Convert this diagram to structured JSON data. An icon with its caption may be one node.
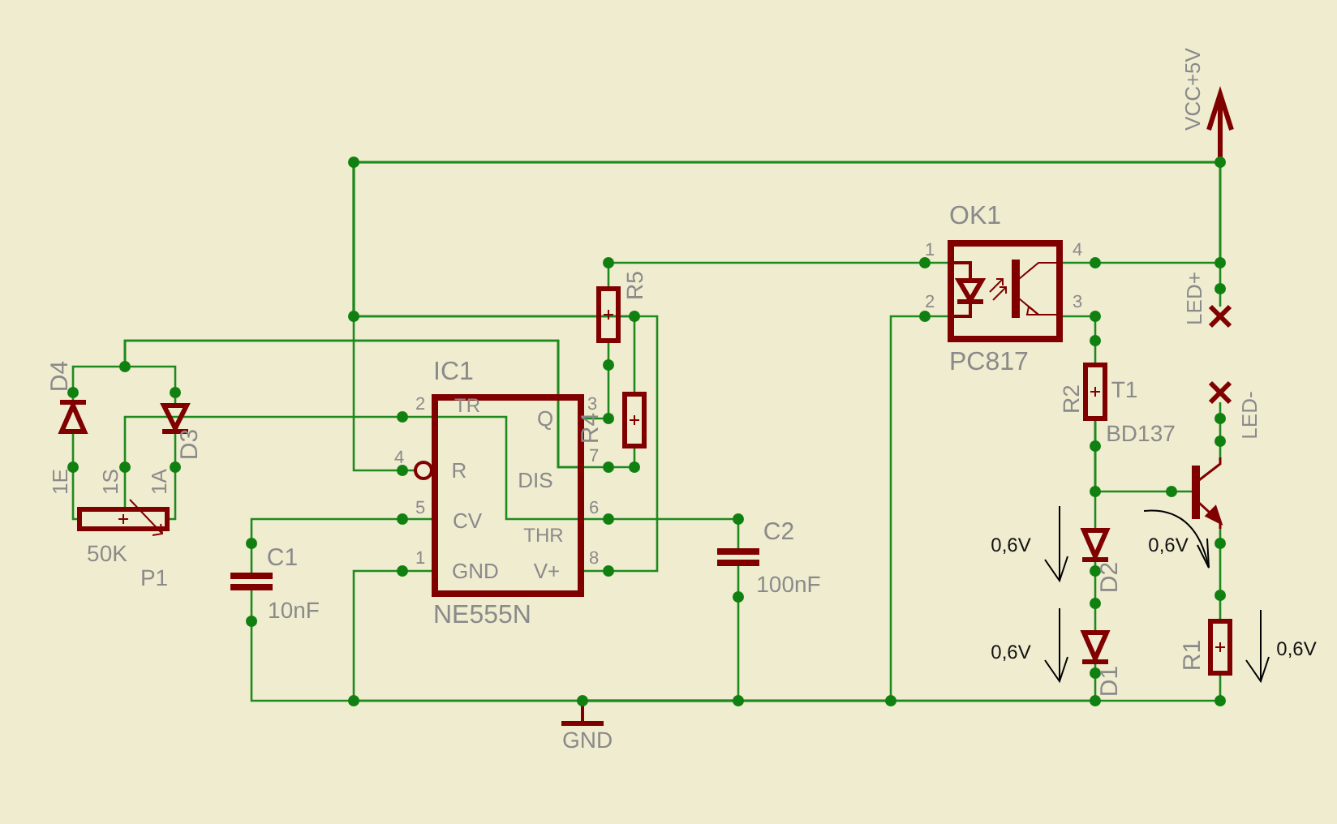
{
  "diagram": {
    "nodes": [
      {
        "text": [
          "IC1",
          "NE555N"
        ]
      },
      {
        "text": [
          "OK1",
          "PC817"
        ]
      },
      {
        "text": [],
        "shape": "resistor",
        "beside": [
          "R5"
        ]
      },
      {
        "text": [],
        "shape": "resistor"
      },
      {
        "text": [],
        "shape": "diode",
        "beside": [
          "D4"
        ]
      },
      {
        "text": [],
        "shape": "diode",
        "beside": [
          "D3"
        ]
      },
      {
        "text": [],
        "shape": "potentiometer",
        "beside": [
          "50K",
          "P1"
        ]
      },
      {
        "text": [],
        "shape": "capacitor",
        "beside": [
          "C1",
          "10nF"
        ]
      },
      {
        "text": [],
        "shape": "capacitor",
        "beside": [
          "C2",
          "100nF"
        ]
      },
      {
        "text": [],
        "shape": "resistor",
        "beside": [
          "R2"
        ]
      },
      {
        "text": [],
        "shape": "transistor"
      },
      {
        "text": [],
        "shape": "diode",
        "beside": [
          "D2"
        ]
      },
      {
        "text": [],
        "shape": "diode",
        "beside": [
          "D1"
        ]
      },
      {
        "text": [],
        "shape": "resistor",
        "beside": [
          "R1"
        ]
      },
      {
        "text": [],
        "shape": "arrow",
        "beside": [
          "VCC+5V"
        ]
      },
      {
        "text": [],
        "shape": "cross",
        "beside": [
          "LED+"
        ]
      },
      {
        "text": [],
        "shape": "cross",
        "beside": [
          "LED-"
        ]
      },
      {
        "text": [],
        "shape": "ground",
        "beside": [
          "GND"
        ]
      }
    ],
    "edges": [
      {
        "from": 14,
        "to": 0,
        "arrow": "none"
      },
      {
        "from": 14,
        "to": 3,
        "arrow": "none"
      },
      {
        "from": 14,
        "to": 0,
        "arrow": "none"
      },
      {
        "from": 14,
        "to": 1,
        "arrow": "none"
      },
      {
        "from": 14,
        "to": 15,
        "arrow": "none"
      },
      {
        "from": 2,
        "to": 1,
        "arrow": "none"
      },
      {
        "from": 0,
        "to": 2,
        "arrow": "none"
      },
      {
        "from": 0,
        "to": 3,
        "arrow": "none"
      },
      {
        "from": 0,
        "to": 4,
        "arrow": "none"
      },
      {
        "from": 0,
        "to": 5,
        "arrow": "none"
      },
      {
        "from": 4,
        "to": 6,
        "arrow": "none"
      },
      {
        "from": 5,
        "to": 6,
        "arrow": "none"
      },
      {
        "from": 6,
        "to": 0,
        "arrow": "none"
      },
      {
        "from": 0,
        "to": 0,
        "arrow": "none"
      },
      {
        "from": 0,
        "to": 8,
        "arrow": "none"
      },
      {
        "from": 0,
        "to": 7,
        "arrow": "none"
      },
      {
        "from": 17,
        "to": 0,
        "arrow": "none"
      },
      {
        "from": 17,
        "to": 7,
        "arrow": "none"
      },
      {
        "from": 17,
        "to": 8,
        "arrow": "none"
      },
      {
        "from": 17,
        "to": 1,
        "arrow": "none"
      },
      {
        "from": 17,
        "to": 12,
        "arrow": "none"
      },
      {
        "from": 17,
        "to": 13,
        "arrow": "none"
      },
      {
        "from": 1,
        "to": 9,
        "arrow": "none"
      },
      {
        "from": 9,
        "to": 10,
        "arrow": "none"
      },
      {
        "from": 9,
        "to": 11,
        "arrow": "none"
      },
      {
        "from": 11,
        "to": 12,
        "arrow": "none"
      },
      {
        "from": 16,
        "to": 10,
        "arrow": "none"
      },
      {
        "from": 10,
        "to": 13,
        "arrow": "none"
      }
    ],
    "labels": [
      "1",
      "4",
      "2",
      "3",
      "2",
      "TR",
      "Q",
      "3",
      "T1",
      "R4",
      "BD137",
      "1E",
      "1S",
      "1A",
      "4",
      "R",
      "DIS",
      "7",
      "5",
      "CV",
      "THR",
      "6",
      "0,6V",
      "0,6V",
      "1",
      "GND",
      "V+",
      "8",
      "0,6V",
      "0,6V"
    ]
  }
}
